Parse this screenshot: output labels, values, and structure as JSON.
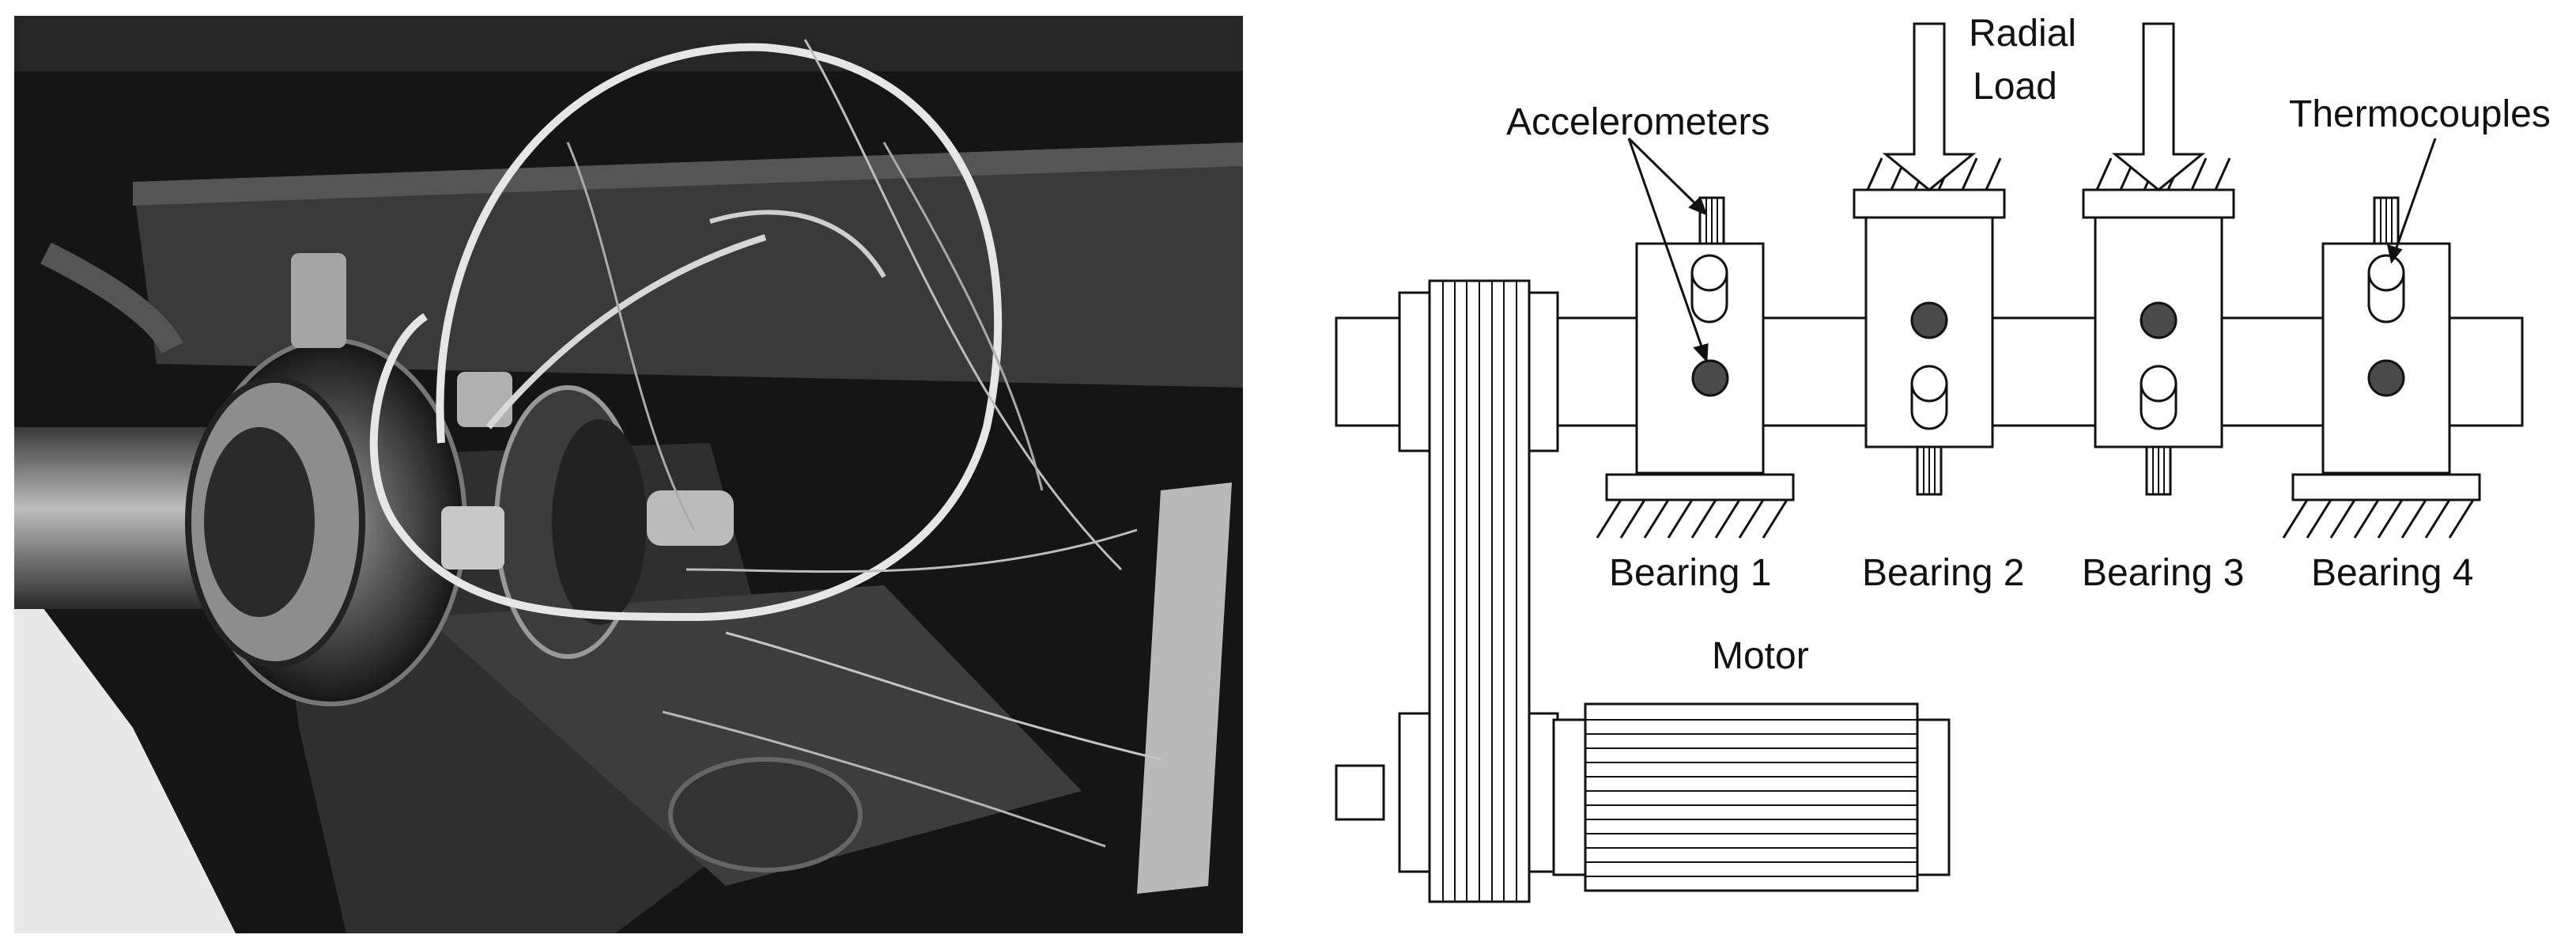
{
  "diagram": {
    "labels": {
      "radial_load_line1": "Radial",
      "radial_load_line2": "Load",
      "accelerometers": "Accelerometers",
      "thermocouples": "Thermocouples",
      "bearing_1": "Bearing 1",
      "bearing_2": "Bearing 2",
      "bearing_3": "Bearing 3",
      "bearing_4": "Bearing 4",
      "motor": "Motor"
    }
  }
}
